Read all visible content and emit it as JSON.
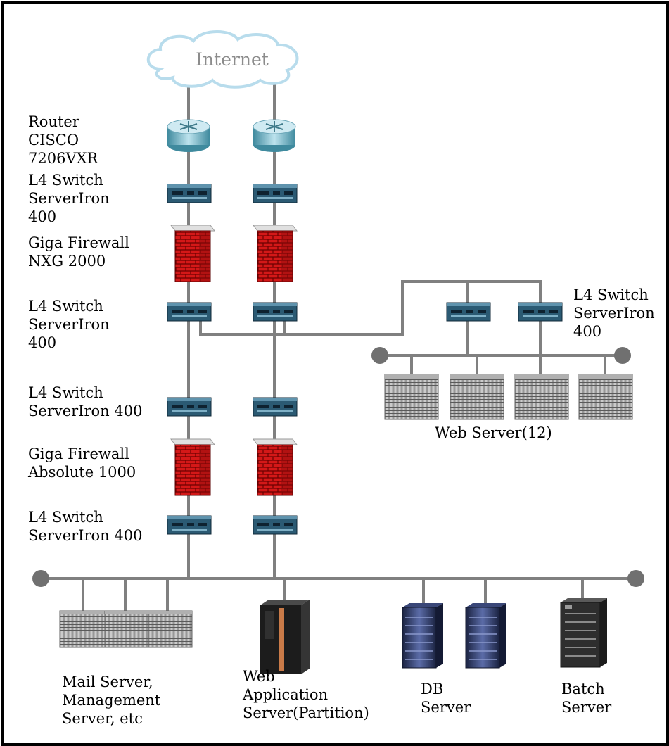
{
  "title": "",
  "cloud_label": "Internet",
  "labels": {
    "router": "Router\nCISCO\n7206VXR",
    "l4_top": "L4 Switch\nServerIron\n400",
    "fw_top": "Giga Firewall\nNXG 2000",
    "l4_mid": "L4 Switch\nServerIron\n400",
    "l4_low": "L4 Switch\nServerIron 400",
    "fw_low": "Giga Firewall\nAbsolute 1000",
    "l4_bottom": "L4 Switch\nServerIron 400",
    "l4_web": "L4 Switch\nServerIron\n400",
    "web_server": "Web Server(12)",
    "mail_server": "Mail Server,\nManagement\nServer, etc",
    "web_app_server": "Web\nApplication\nServer(Partition)",
    "db_server": "DB\nServer",
    "batch_server": "Batch\nServer"
  },
  "colors": {
    "line": "#808080",
    "firewall": "#d01010",
    "switch": "#1e4a62",
    "router": "#7fb8c8",
    "cloud": "#b8dcec"
  },
  "icons": [
    "cloud-icon",
    "router-icon",
    "switch-icon",
    "firewall-icon",
    "rack-server-icon",
    "tower-server-icon"
  ]
}
